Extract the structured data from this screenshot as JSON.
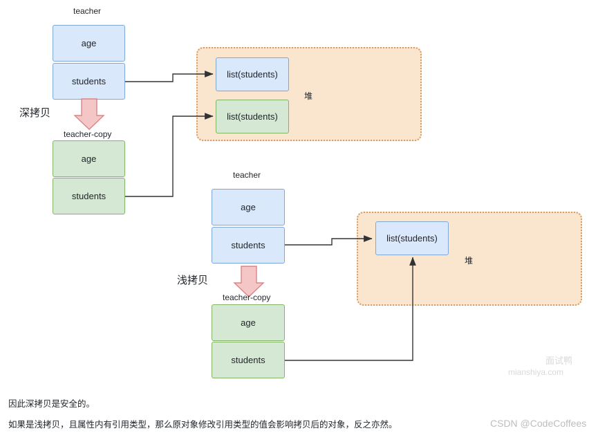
{
  "diagram": {
    "deep_copy": {
      "section_label": "深拷贝",
      "source_title": "teacher",
      "copy_title": "teacher-copy",
      "source_fields": [
        "age",
        "students"
      ],
      "copy_fields": [
        "age",
        "students"
      ],
      "heap_label": "堆",
      "heap_objects": [
        "list(students)",
        "list(students)"
      ]
    },
    "shallow_copy": {
      "section_label": "浅拷贝",
      "source_title": "teacher",
      "copy_title": "teacher-copy",
      "source_fields": [
        "age",
        "students"
      ],
      "copy_fields": [
        "age",
        "students"
      ],
      "heap_label": "堆",
      "heap_objects": [
        "list(students)"
      ]
    }
  },
  "notes": [
    "因此深拷贝是安全的。",
    "如果是浅拷贝，且属性内有引用类型，那么原对象修改引用类型的值会影响拷贝后的对象，反之亦然。"
  ],
  "watermark": {
    "cn": "面试鸭",
    "en": "mianshiya.com"
  },
  "credit": "CSDN @CodeCoffees",
  "colors": {
    "blue_fill": "#dae8fc",
    "blue_stroke": "#7ea6d9",
    "green_fill": "#d5e8d4",
    "green_stroke": "#82b366",
    "heap_fill": "#fae5cf",
    "heap_stroke": "#d79b60",
    "arrow_fill": "#f5c6c6",
    "arrow_stroke": "#d98585",
    "line": "#333333"
  }
}
